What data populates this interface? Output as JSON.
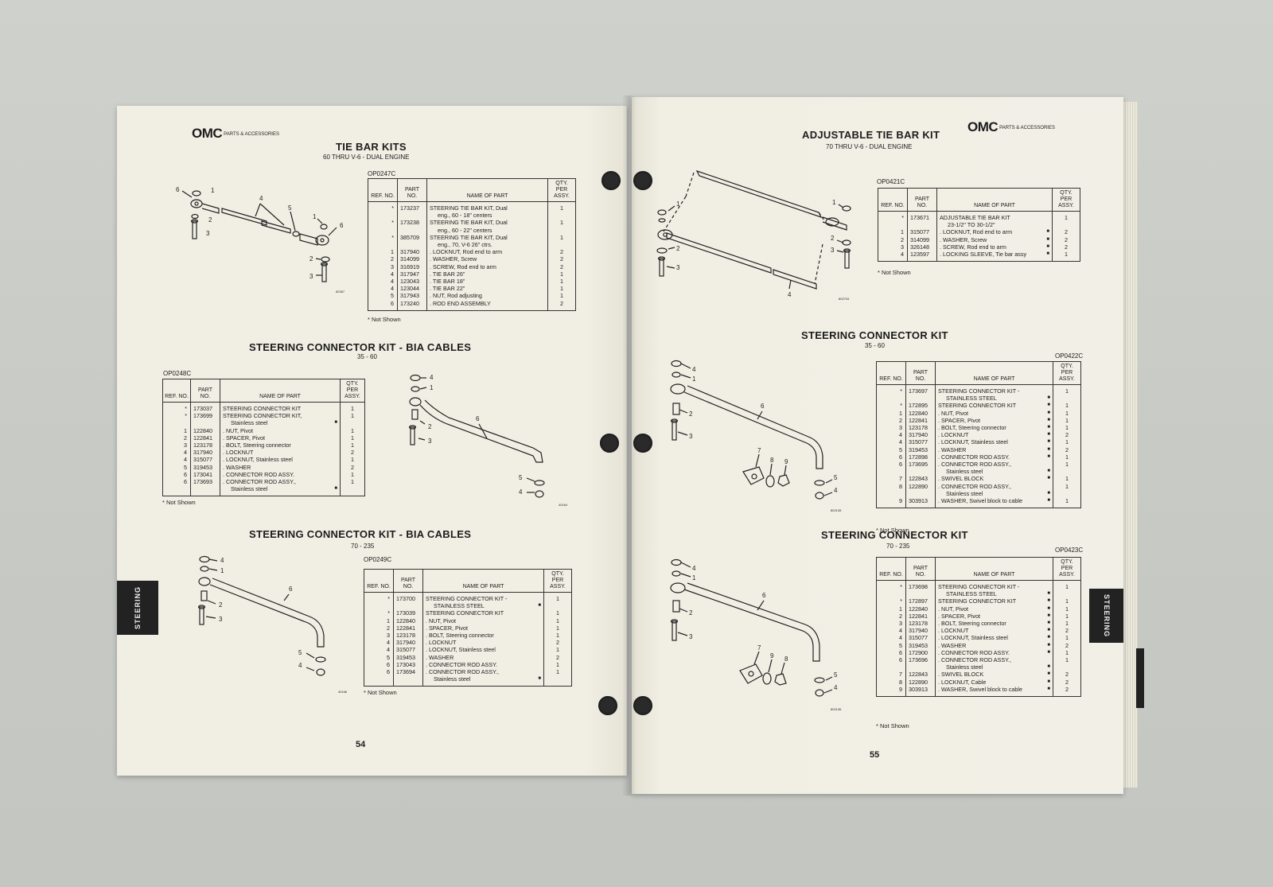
{
  "brand": {
    "logo": "OMC",
    "logo_sub": "PARTS & ACCESSORIES"
  },
  "tab_label": "STEERING",
  "not_shown": "* Not Shown",
  "headers": {
    "ref": "REF. NO.",
    "part": "PART NO.",
    "name": "NAME OF PART",
    "qty": "QTY. PER ASSY."
  },
  "left_page": {
    "page_number": "54",
    "sections": [
      {
        "title": "TIE BAR KITS",
        "subtitle": "60 THRU V-6 - DUAL ENGINE",
        "code": "OP0247C",
        "figure_code": "82357",
        "rows": [
          {
            "ref": "*",
            "part": "173237",
            "name": "STEERING TIE BAR KIT, Dual",
            "name2": "eng., 60 - 18\" centers",
            "qty": "1"
          },
          {
            "ref": "*",
            "part": "173238",
            "name": "STEERING TIE BAR KIT, Dual",
            "name2": "eng., 60 - 22\" centers",
            "qty": "1"
          },
          {
            "ref": "*",
            "part": "385709",
            "name": "STEERING TIE BAR KIT, Dual",
            "name2": "eng., 70, V-6 26\" ctrs.",
            "qty": "1"
          },
          {
            "ref": "1",
            "part": "317940",
            "name": ". LOCKNUT, Rod end to arm",
            "qty": "2"
          },
          {
            "ref": "2",
            "part": "314099",
            "name": ". WASHER, Screw",
            "qty": "2"
          },
          {
            "ref": "3",
            "part": "316919",
            "name": ". SCREW, Rod end to arm",
            "qty": "2"
          },
          {
            "ref": "4",
            "part": "317947",
            "name": ". TIE BAR 26\"",
            "qty": "1"
          },
          {
            "ref": "4",
            "part": "123043",
            "name": ". TIE BAR 18\"",
            "qty": "1"
          },
          {
            "ref": "4",
            "part": "123044",
            "name": ". TIE BAR 22\"",
            "qty": "1"
          },
          {
            "ref": "5",
            "part": "317943",
            "name": ". NUT, Rod adjusting",
            "qty": "1"
          },
          {
            "ref": "6",
            "part": "173240",
            "name": ". ROD END ASSEMBLY",
            "qty": "2"
          }
        ]
      },
      {
        "title": "STEERING CONNECTOR KIT - BIA CABLES",
        "subtitle": "35 - 60",
        "code": "OP0248C",
        "figure_code": "40164",
        "rows": [
          {
            "ref": "*",
            "part": "173037",
            "name": "STEERING CONNECTOR KIT",
            "qty": "1"
          },
          {
            "ref": "*",
            "part": "173699",
            "name": "STEERING CONNECTOR KIT,",
            "name2": "Stainless steel",
            "mark": "■",
            "qty": "1"
          },
          {
            "ref": "1",
            "part": "122840",
            "name": ". NUT, Pivot",
            "qty": "1"
          },
          {
            "ref": "2",
            "part": "122841",
            "name": ". SPACER, Pivot",
            "qty": "1"
          },
          {
            "ref": "3",
            "part": "123178",
            "name": ". BOLT, Steering connector",
            "qty": "1"
          },
          {
            "ref": "4",
            "part": "317940",
            "name": ". LOCKNUT",
            "qty": "2"
          },
          {
            "ref": "4",
            "part": "315077",
            "name": ". LOCKNUT, Stainless steel",
            "qty": "1"
          },
          {
            "ref": "5",
            "part": "319453",
            "name": ". WASHER",
            "qty": "2"
          },
          {
            "ref": "6",
            "part": "173041",
            "name": ". CONNECTOR ROD ASSY.",
            "qty": "1"
          },
          {
            "ref": "6",
            "part": "173693",
            "name": ". CONNECTOR ROD ASSY.,",
            "name2": "Stainless steel",
            "mark": "■",
            "qty": "1"
          }
        ]
      },
      {
        "title": "STEERING CONNECTOR KIT - BIA CABLES",
        "subtitle": "70 - 235",
        "code": "OP0249C",
        "figure_code": "40166",
        "rows": [
          {
            "ref": "*",
            "part": "173700",
            "name": "STEERING CONNECTOR KIT -",
            "name2": "STAINLESS STEEL",
            "mark": "■",
            "qty": "1"
          },
          {
            "ref": "*",
            "part": "173039",
            "name": "STEERING CONNECTOR KIT",
            "qty": "1"
          },
          {
            "ref": "1",
            "part": "122840",
            "name": ". NUT, Pivot",
            "qty": "1"
          },
          {
            "ref": "2",
            "part": "122841",
            "name": ". SPACER, Pivot",
            "qty": "1"
          },
          {
            "ref": "3",
            "part": "123178",
            "name": ". BOLT, Steering connector",
            "qty": "1"
          },
          {
            "ref": "4",
            "part": "317940",
            "name": ". LOCKNUT",
            "qty": "2"
          },
          {
            "ref": "4",
            "part": "315077",
            "name": ". LOCKNUT, Stainless steel",
            "qty": "1"
          },
          {
            "ref": "5",
            "part": "319453",
            "name": ". WASHER",
            "qty": "2"
          },
          {
            "ref": "6",
            "part": "173043",
            "name": ". CONNECTOR ROD ASSY.",
            "qty": "1"
          },
          {
            "ref": "6",
            "part": "173694",
            "name": ". CONNECTOR ROD ASSY.,",
            "name2": "Stainless steel",
            "mark": "■",
            "qty": "1"
          }
        ]
      }
    ]
  },
  "right_page": {
    "page_number": "55",
    "sections": [
      {
        "title": "ADJUSTABLE TIE BAR KIT",
        "subtitle": "70 THRU V-6 - DUAL ENGINE",
        "code": "OP0421C",
        "figure_code": "802734",
        "rows": [
          {
            "ref": "*",
            "part": "173671",
            "name": "ADJUSTABLE TIE BAR KIT",
            "name2": "23-1/2\" TO 30-1/2\"",
            "qty": "1"
          },
          {
            "ref": "1",
            "part": "315077",
            "name": ". LOCKNUT, Rod end to arm",
            "mark": "■",
            "qty": "2"
          },
          {
            "ref": "2",
            "part": "314099",
            "name": ". WASHER, Screw",
            "mark": "■",
            "qty": "2"
          },
          {
            "ref": "3",
            "part": "326148",
            "name": ". SCREW, Rod end to arm",
            "mark": "■",
            "qty": "2"
          },
          {
            "ref": "4",
            "part": "123597",
            "name": ". LOCKING SLEEVE, Tie bar assy",
            "mark": "■",
            "qty": "1"
          }
        ]
      },
      {
        "title": "STEERING CONNECTOR KIT",
        "subtitle": "35 - 60",
        "code": "OP0422C",
        "figure_code": "802135",
        "rows": [
          {
            "ref": "*",
            "part": "173697",
            "name": "STEERING CONNECTOR KIT -",
            "name2": "STAINLESS STEEL",
            "mark": "■",
            "qty": "1"
          },
          {
            "ref": "*",
            "part": "172895",
            "name": "STEERING CONNECTOR KIT",
            "mark": "■",
            "qty": "1"
          },
          {
            "ref": "1",
            "part": "122840",
            "name": ". NUT, Pivot",
            "mark": "■",
            "qty": "1"
          },
          {
            "ref": "2",
            "part": "122841",
            "name": ". SPACER, Pivot",
            "mark": "■",
            "qty": "1"
          },
          {
            "ref": "3",
            "part": "123178",
            "name": ". BOLT, Steering connector",
            "mark": "■",
            "qty": "1"
          },
          {
            "ref": "4",
            "part": "317940",
            "name": ". LOCKNUT",
            "mark": "■",
            "qty": "2"
          },
          {
            "ref": "4",
            "part": "315077",
            "name": ". LOCKNUT, Stainless steel",
            "mark": "■",
            "qty": "1"
          },
          {
            "ref": "5",
            "part": "319453",
            "name": ". WASHER",
            "mark": "■",
            "qty": "2"
          },
          {
            "ref": "6",
            "part": "172898",
            "name": ". CONNECTOR ROD ASSY.",
            "mark": "■",
            "qty": "1"
          },
          {
            "ref": "6",
            "part": "173695",
            "name": ". CONNECTOR ROD ASSY.,",
            "name2": "Stainless steel",
            "mark": "■",
            "qty": "1"
          },
          {
            "ref": "7",
            "part": "122843",
            "name": ". SWIVEL BLOCK",
            "mark": "■",
            "qty": "1"
          },
          {
            "ref": "8",
            "part": "122890",
            "name": ". CONNECTOR ROD ASSY.,",
            "name2": "Stainless steel",
            "mark": "■",
            "qty": "1"
          },
          {
            "ref": "9",
            "part": "303913",
            "name": ". WASHER, Swivel block to cable",
            "mark": "■",
            "qty": "1"
          }
        ]
      },
      {
        "title": "STEERING CONNECTOR KIT",
        "subtitle": "70 - 235",
        "code": "OP0423C",
        "figure_code": "802136",
        "rows": [
          {
            "ref": "*",
            "part": "173698",
            "name": "STEERING CONNECTOR KIT -",
            "name2": "STAINLESS STEEL",
            "mark": "■",
            "qty": "1"
          },
          {
            "ref": "*",
            "part": "172897",
            "name": "STEERING CONNECTOR KIT",
            "mark": "■",
            "qty": "1"
          },
          {
            "ref": "1",
            "part": "122840",
            "name": ". NUT, Pivot",
            "mark": "■",
            "qty": "1"
          },
          {
            "ref": "2",
            "part": "122841",
            "name": ". SPACER, Pivot",
            "mark": "■",
            "qty": "1"
          },
          {
            "ref": "3",
            "part": "123178",
            "name": ". BOLT, Steering connector",
            "mark": "■",
            "qty": "1"
          },
          {
            "ref": "4",
            "part": "317940",
            "name": ". LOCKNUT",
            "mark": "■",
            "qty": "2"
          },
          {
            "ref": "4",
            "part": "315077",
            "name": ". LOCKNUT, Stainless steel",
            "mark": "■",
            "qty": "1"
          },
          {
            "ref": "5",
            "part": "319453",
            "name": ". WASHER",
            "mark": "■",
            "qty": "2"
          },
          {
            "ref": "6",
            "part": "172900",
            "name": ". CONNECTOR ROD ASSY.",
            "mark": "■",
            "qty": "1"
          },
          {
            "ref": "6",
            "part": "173696",
            "name": ". CONNECTOR ROD ASSY.,",
            "name2": "Stainless steel",
            "mark": "■",
            "qty": "1"
          },
          {
            "ref": "7",
            "part": "122843",
            "name": ". SWIVEL BLOCK",
            "mark": "■",
            "qty": "2"
          },
          {
            "ref": "8",
            "part": "122890",
            "name": ". LOCKNUT, Cable",
            "mark": "■",
            "qty": "2"
          },
          {
            "ref": "9",
            "part": "303913",
            "name": ". WASHER, Swivel block to cable",
            "mark": "■",
            "qty": "2"
          }
        ]
      }
    ]
  }
}
